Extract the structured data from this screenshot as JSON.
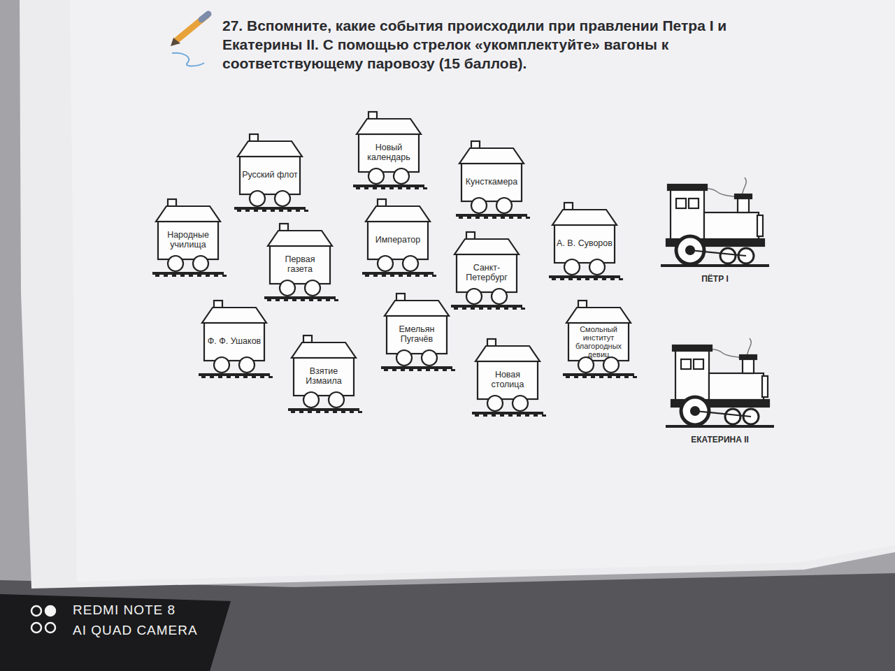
{
  "diagram": {
    "title": "27. Вспомните, какие события происходили при правлении Петра I и Екатерины II. С помощью стрелок «укомплектуйте» вагоны к соответствующему паровозу (15 баллов).",
    "nodes": [
      {
        "text": [
          "Новый календарь"
        ]
      },
      {
        "text": [
          "Русский флот"
        ]
      },
      {
        "text": [
          "Кунсткамера"
        ]
      },
      {
        "text": [
          "Народные училища"
        ]
      },
      {
        "text": [
          "Император"
        ]
      },
      {
        "text": [
          "А. В. Суворов"
        ]
      },
      {
        "text": [
          "Первая газета"
        ]
      },
      {
        "text": [
          "Санкт-Петербург"
        ]
      },
      {
        "text": [
          "Ф. Ф. Ушаков"
        ]
      },
      {
        "text": [
          "Емельян Пугачёв"
        ]
      },
      {
        "text": [
          "Смольный институт благородных девиц"
        ]
      },
      {
        "text": [
          "Взятие Измаила"
        ]
      },
      {
        "text": [
          "Новая столица"
        ]
      },
      {
        "text": [
          "ПЁТР I"
        ]
      },
      {
        "text": [
          "ЕКАТЕРИНА II"
        ]
      }
    ],
    "labels": [
      "REDMI NOTE 8",
      "AI QUAD CAMERA"
    ]
  }
}
